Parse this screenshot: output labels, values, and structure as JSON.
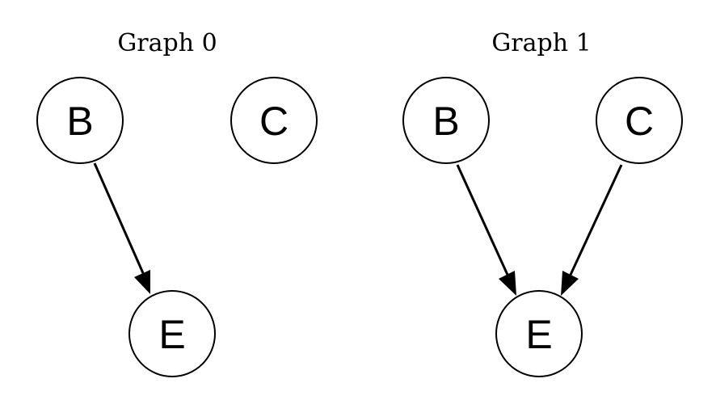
{
  "graphs": [
    {
      "title": "Graph 0",
      "nodes": [
        {
          "id": "B",
          "label": "B"
        },
        {
          "id": "C",
          "label": "C"
        },
        {
          "id": "E",
          "label": "E"
        }
      ],
      "edges": [
        {
          "from": "B",
          "to": "E"
        }
      ]
    },
    {
      "title": "Graph 1",
      "nodes": [
        {
          "id": "B",
          "label": "B"
        },
        {
          "id": "C",
          "label": "C"
        },
        {
          "id": "E",
          "label": "E"
        }
      ],
      "edges": [
        {
          "from": "B",
          "to": "E"
        },
        {
          "from": "C",
          "to": "E"
        }
      ]
    }
  ]
}
